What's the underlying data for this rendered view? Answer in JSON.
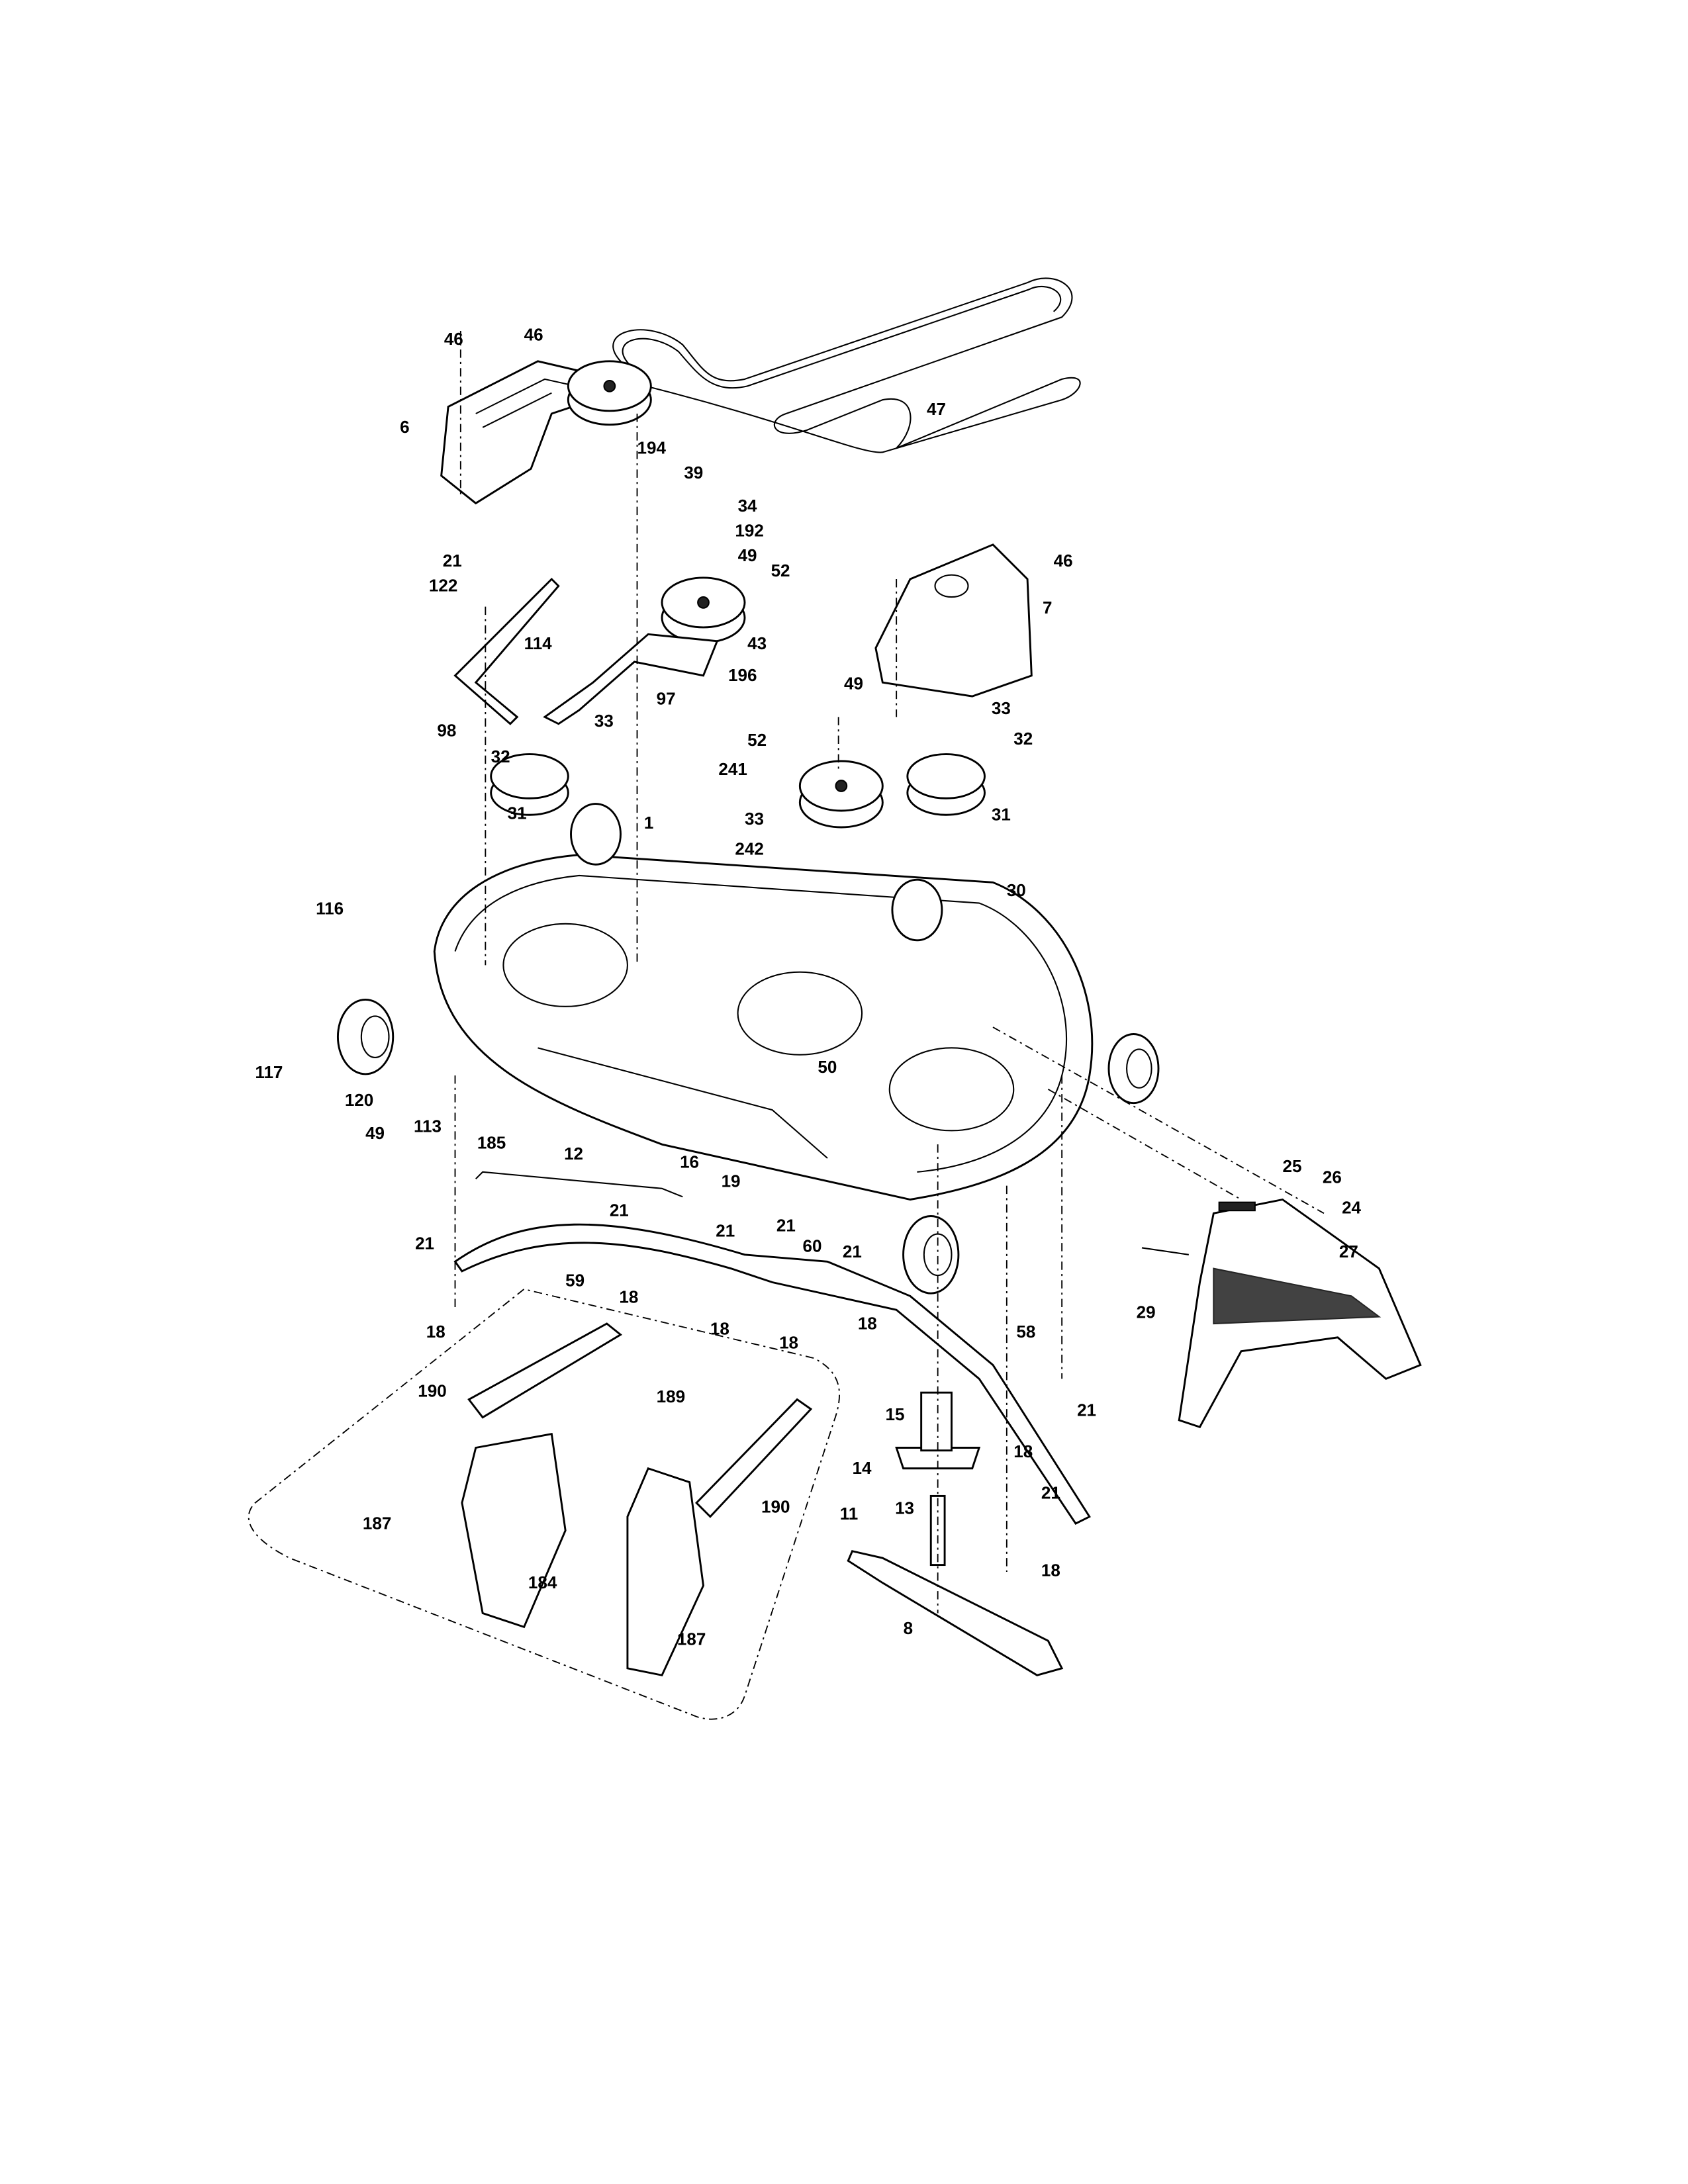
{
  "diagram": {
    "type": "exploded-parts-diagram",
    "subject": "mower-deck",
    "callouts": [
      "46",
      "46",
      "6",
      "194",
      "39",
      "47",
      "34",
      "192",
      "49",
      "52",
      "21",
      "122",
      "114",
      "43",
      "46",
      "7",
      "97",
      "196",
      "98",
      "33",
      "49",
      "33",
      "32",
      "52",
      "32",
      "241",
      "31",
      "1",
      "33",
      "242",
      "31",
      "30",
      "116",
      "117",
      "120",
      "49",
      "113",
      "185",
      "50",
      "12",
      "16",
      "19",
      "21",
      "21",
      "21",
      "25",
      "26",
      "24",
      "21",
      "60",
      "21",
      "59",
      "18",
      "27",
      "29",
      "18",
      "18",
      "18",
      "18",
      "58",
      "21",
      "190",
      "189",
      "15",
      "18",
      "14",
      "21",
      "11",
      "13",
      "190",
      "187",
      "184",
      "18",
      "187",
      "8"
    ]
  }
}
